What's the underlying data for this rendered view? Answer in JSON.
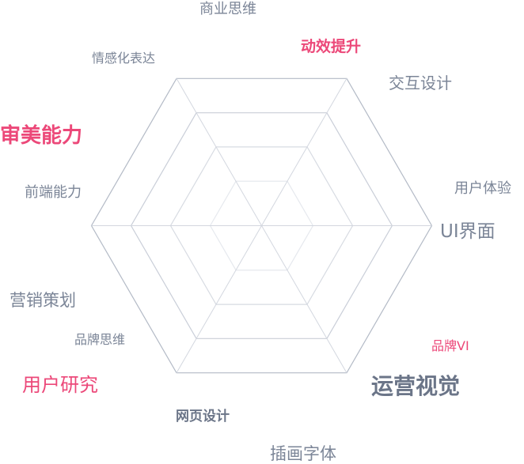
{
  "colors": {
    "grey_text": "#7b8597",
    "dark_text": "#6b7588",
    "accent": "#ec4879",
    "grid_outer": "#b3bac6",
    "grid_inner": "#dfe3e9"
  },
  "chart_data": {
    "type": "radar-grid",
    "axes": 6,
    "levels": [
      1.0,
      0.767,
      0.535,
      0.302
    ]
  },
  "labels": {
    "business_thinking": "商业思维",
    "motion": "动效提升",
    "emotional": "情感化表达",
    "interaction": "交互设计",
    "aesthetic": "审美能力",
    "frontend": "前端能力",
    "ux": "用户体验",
    "ui": "UI界面",
    "marketing": "营销策划",
    "brand_thinking": "品牌思维",
    "brand_vi": "品牌VI",
    "user_research": "用户研究",
    "operations_visual": "运营视觉",
    "web_design": "网页设计",
    "illustration": "插画字体"
  }
}
